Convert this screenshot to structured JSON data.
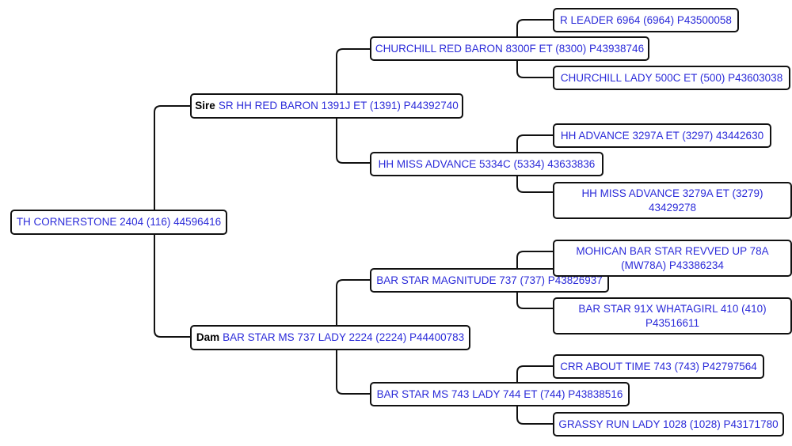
{
  "pedigree": {
    "subject": {
      "name": "TH CORNERSTONE 2404 (116) 44596416"
    },
    "sire": {
      "role": "Sire",
      "name": "SR HH RED BARON 1391J ET (1391) P44392740",
      "sire": {
        "name": "CHURCHILL RED BARON 8300F ET (8300) P43938746",
        "sire": {
          "name": "R LEADER 6964 (6964) P43500058"
        },
        "dam": {
          "name": "CHURCHILL LADY 500C ET (500) P43603038"
        }
      },
      "dam": {
        "name": "HH MISS ADVANCE 5334C (5334) 43633836",
        "sire": {
          "name": "HH ADVANCE 3297A ET (3297) 43442630"
        },
        "dam": {
          "name": "HH MISS ADVANCE 3279A ET (3279) 43429278"
        }
      }
    },
    "dam": {
      "role": "Dam",
      "name": "BAR STAR MS 737 LADY 2224 (2224) P44400783",
      "sire": {
        "name": "BAR STAR MAGNITUDE 737 (737) P43826937",
        "sire": {
          "name": "MOHICAN BAR STAR REVVED UP 78A (MW78A) P43386234"
        },
        "dam": {
          "name": "BAR STAR 91X WHATAGIRL 410 (410) P43516611"
        }
      },
      "dam": {
        "name": "BAR STAR MS 743 LADY 744 ET (744) P43838516",
        "sire": {
          "name": "CRR ABOUT TIME 743 (743) P42797564"
        },
        "dam": {
          "name": "GRASSY RUN LADY 1028 (1028) P43171780"
        }
      }
    }
  },
  "colors": {
    "link": "#2b2bd9",
    "border": "#111111",
    "connector": "#111111",
    "role_label": "#000000"
  }
}
